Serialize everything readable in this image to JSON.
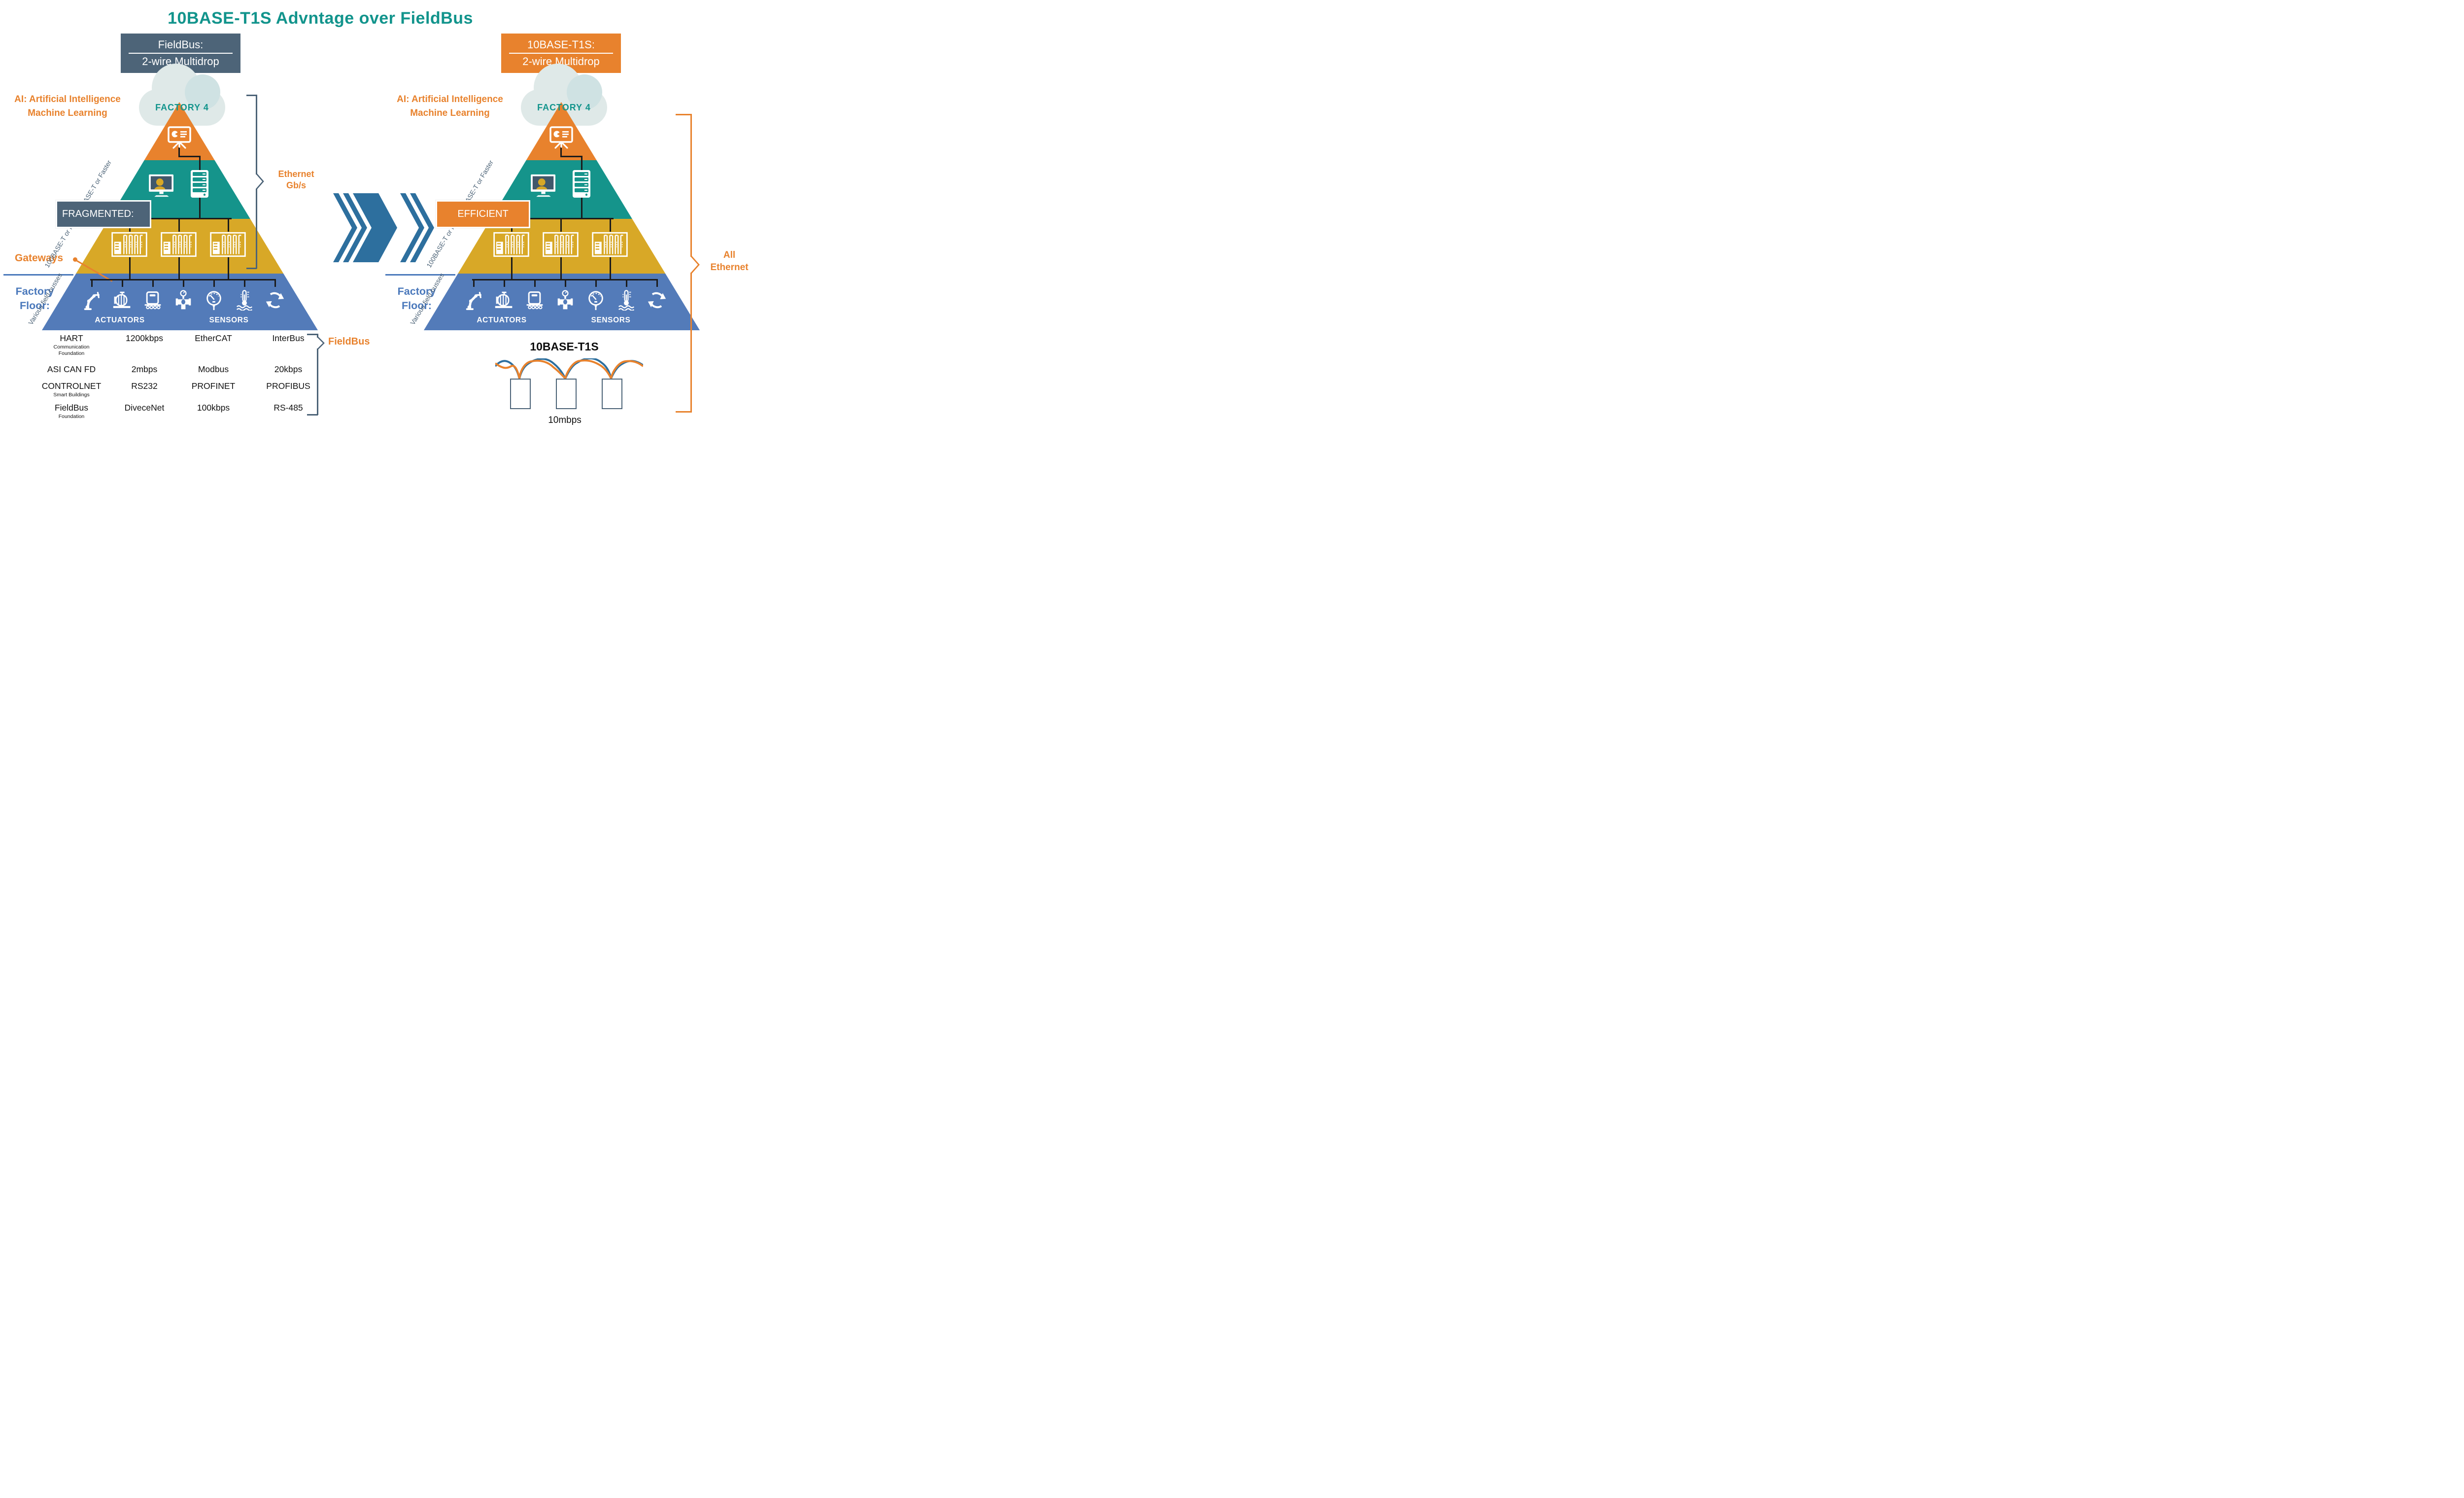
{
  "title": {
    "text": "10BASE-T1S Advntage over FieldBus"
  },
  "colors": {
    "teal": "#12948C",
    "orange": "#E8822D",
    "slate": "#4D6478",
    "yellow": "#D8A827",
    "blue": "#537BB9",
    "chevron_blue": "#2D6F9E",
    "cloud": "#DFE9E8",
    "black": "#1b1b1b"
  },
  "icons": {
    "apex": "presentation-board-icon",
    "teal_layer": [
      "monitor-user-icon",
      "server-icon"
    ],
    "yellow_layer": "plc-rack-icon",
    "factory_floor": [
      "robot-arm-icon",
      "motor-icon",
      "conveyor-icon",
      "valve-icon",
      "pressure-gauge-icon",
      "thermometer-icon",
      "cycle-arrows-icon"
    ]
  },
  "left": {
    "header": {
      "line1": "FieldBus:",
      "line2": "2-wire Multidrop"
    },
    "ai_label": {
      "line1": "AI: Artificial Intelligence",
      "line2": "Machine Learning"
    },
    "cloud_label": "FACTORY 4",
    "badge": "FRAGMENTED:",
    "gateways_label": "Gateways",
    "factory_floor": {
      "line1": "Factory",
      "line2": "Floor:"
    },
    "edge_labels": {
      "upper": "100BASE-T or Faster",
      "lower": "100BASE-T or Faster",
      "bottom": "Various field busses"
    },
    "actuators_label": "ACTUATORS",
    "sensors_label": "SENSORS",
    "ethernet_bracket_label": {
      "line1": "Ethernet",
      "line2": "Gb/s"
    },
    "fieldbus_bracket_label": "FieldBus",
    "protocol_table": {
      "rows": [
        [
          {
            "text": "HART",
            "sub": "Communication Foundation"
          },
          {
            "text": "1200kbps"
          },
          {
            "text": "EtherCAT"
          },
          {
            "text": "InterBus"
          }
        ],
        [
          {
            "text": "ASI CAN FD"
          },
          {
            "text": "2mbps"
          },
          {
            "text": "Modbus"
          },
          {
            "text": "20kbps"
          }
        ],
        [
          {
            "text": "CONTROLNET",
            "sub": "Smart Buildings"
          },
          {
            "text": "RS232"
          },
          {
            "text": "PROFINET"
          },
          {
            "text": "PROFIBUS"
          }
        ],
        [
          {
            "text": "FieldBus",
            "sub": "Foundation"
          },
          {
            "text": "DiveceNet"
          },
          {
            "text": "100kbps"
          },
          {
            "text": "RS-485"
          }
        ]
      ]
    }
  },
  "right": {
    "header": {
      "line1": "10BASE-T1S:",
      "line2": "2-wire Multidrop"
    },
    "ai_label": {
      "line1": "AI: Artificial Intelligence",
      "line2": "Machine Learning"
    },
    "cloud_label": "FACTORY 4",
    "badge": "EFFICIENT",
    "factory_floor": {
      "line1": "Factory",
      "line2": "Floor:"
    },
    "edge_labels": {
      "upper": "100BASE-T or Faster",
      "lower": "100BASE-T or Faster",
      "bottom": "Various field busses"
    },
    "actuators_label": "ACTUATORS",
    "sensors_label": "SENSORS",
    "all_ethernet_label": {
      "line1": "All",
      "line2": "Ethernet"
    },
    "bus": {
      "title": "10BASE-T1S",
      "speed": "10mbps"
    }
  }
}
